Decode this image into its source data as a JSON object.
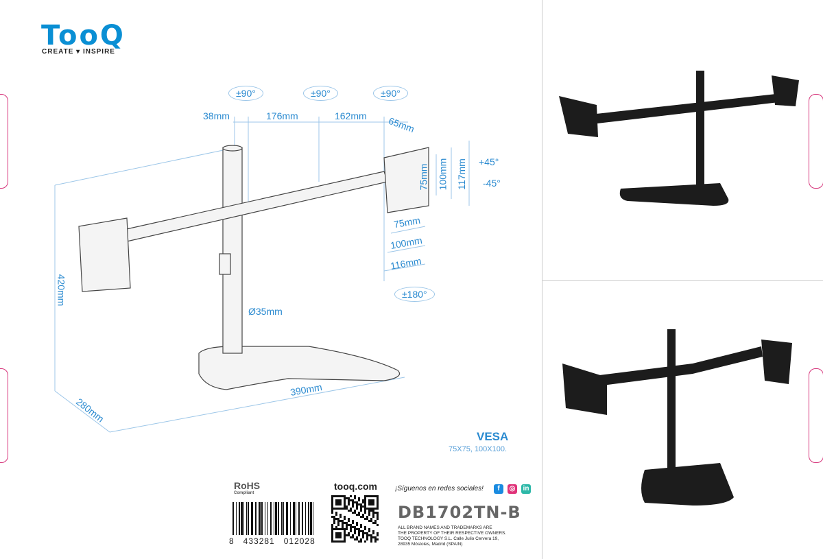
{
  "brand": {
    "name": "TooQ",
    "tagline": "CREATE ▾ INSPIRE",
    "color": "#0a8fd4"
  },
  "diagram": {
    "rotations": {
      "left": "±90°",
      "center": "±90°",
      "right": "±90°",
      "bottom": "±180°",
      "tilt_up": "+45°",
      "tilt_down": "-45°"
    },
    "dimensions": {
      "offset": "38mm",
      "arm1": "176mm",
      "arm2": "162mm",
      "head": "65mm",
      "v75": "75mm",
      "v100": "100mm",
      "v117": "117mm",
      "h75": "75mm",
      "h100": "100mm",
      "h116": "116mm",
      "height": "420mm",
      "pole": "Ø35mm",
      "base_width": "390mm",
      "base_depth": "280mm"
    }
  },
  "vesa": {
    "title": "VESA",
    "sizes": "75X75, 100X100."
  },
  "footer": {
    "rohs": "RoHS",
    "rohs_sub": "Compliant",
    "barcode_number": "8   433281   012028",
    "website": "tooq.com",
    "social_label": "¡Síguenos en redes sociales!",
    "social_icons": [
      "facebook-icon",
      "instagram-icon",
      "linkedin-icon"
    ],
    "model": "DB1702TN-B",
    "legal": [
      "ALL BRAND NAMES AND TRADEMARKS ARE",
      "THE PROPERTY OF THEIR RESPECTIVE OWNERS.",
      "TOOQ TECHNOLOGY S.L. Calle Julio Cervera 19,",
      "28935 Móstoles, Madrid (SPAIN)"
    ]
  }
}
